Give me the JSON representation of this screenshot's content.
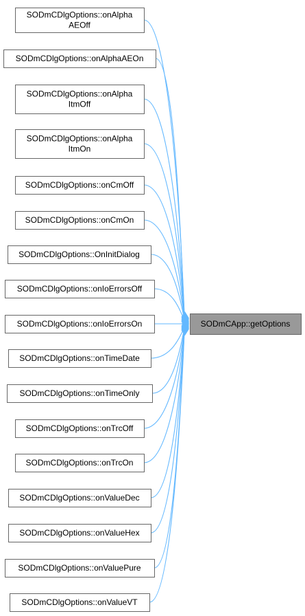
{
  "graph": {
    "target": {
      "label": "SODmCApp::getOptions"
    },
    "callers": [
      {
        "lines": [
          "SODmCDlgOptions::onAlpha",
          "AEOff"
        ]
      },
      {
        "lines": [
          "SODmCDlgOptions::onAlphaAEOn"
        ]
      },
      {
        "lines": [
          "SODmCDlgOptions::onAlpha",
          "ItmOff"
        ]
      },
      {
        "lines": [
          "SODmCDlgOptions::onAlpha",
          "ItmOn"
        ]
      },
      {
        "lines": [
          "SODmCDlgOptions::onCmOff"
        ]
      },
      {
        "lines": [
          "SODmCDlgOptions::onCmOn"
        ]
      },
      {
        "lines": [
          "SODmCDlgOptions::OnInitDialog"
        ]
      },
      {
        "lines": [
          "SODmCDlgOptions::onIoErrorsOff"
        ]
      },
      {
        "lines": [
          "SODmCDlgOptions::onIoErrorsOn"
        ]
      },
      {
        "lines": [
          "SODmCDlgOptions::onTimeDate"
        ]
      },
      {
        "lines": [
          "SODmCDlgOptions::onTimeOnly"
        ]
      },
      {
        "lines": [
          "SODmCDlgOptions::onTrcOff"
        ]
      },
      {
        "lines": [
          "SODmCDlgOptions::onTrcOn"
        ]
      },
      {
        "lines": [
          "SODmCDlgOptions::onValueDec"
        ]
      },
      {
        "lines": [
          "SODmCDlgOptions::onValueHex"
        ]
      },
      {
        "lines": [
          "SODmCDlgOptions::onValuePure"
        ]
      },
      {
        "lines": [
          "SODmCDlgOptions::onValueVT"
        ]
      }
    ],
    "colors": {
      "edge": "#63b8ff",
      "node_border": "#666666",
      "target_fill": "#999999",
      "node_fill": "#ffffff"
    }
  }
}
